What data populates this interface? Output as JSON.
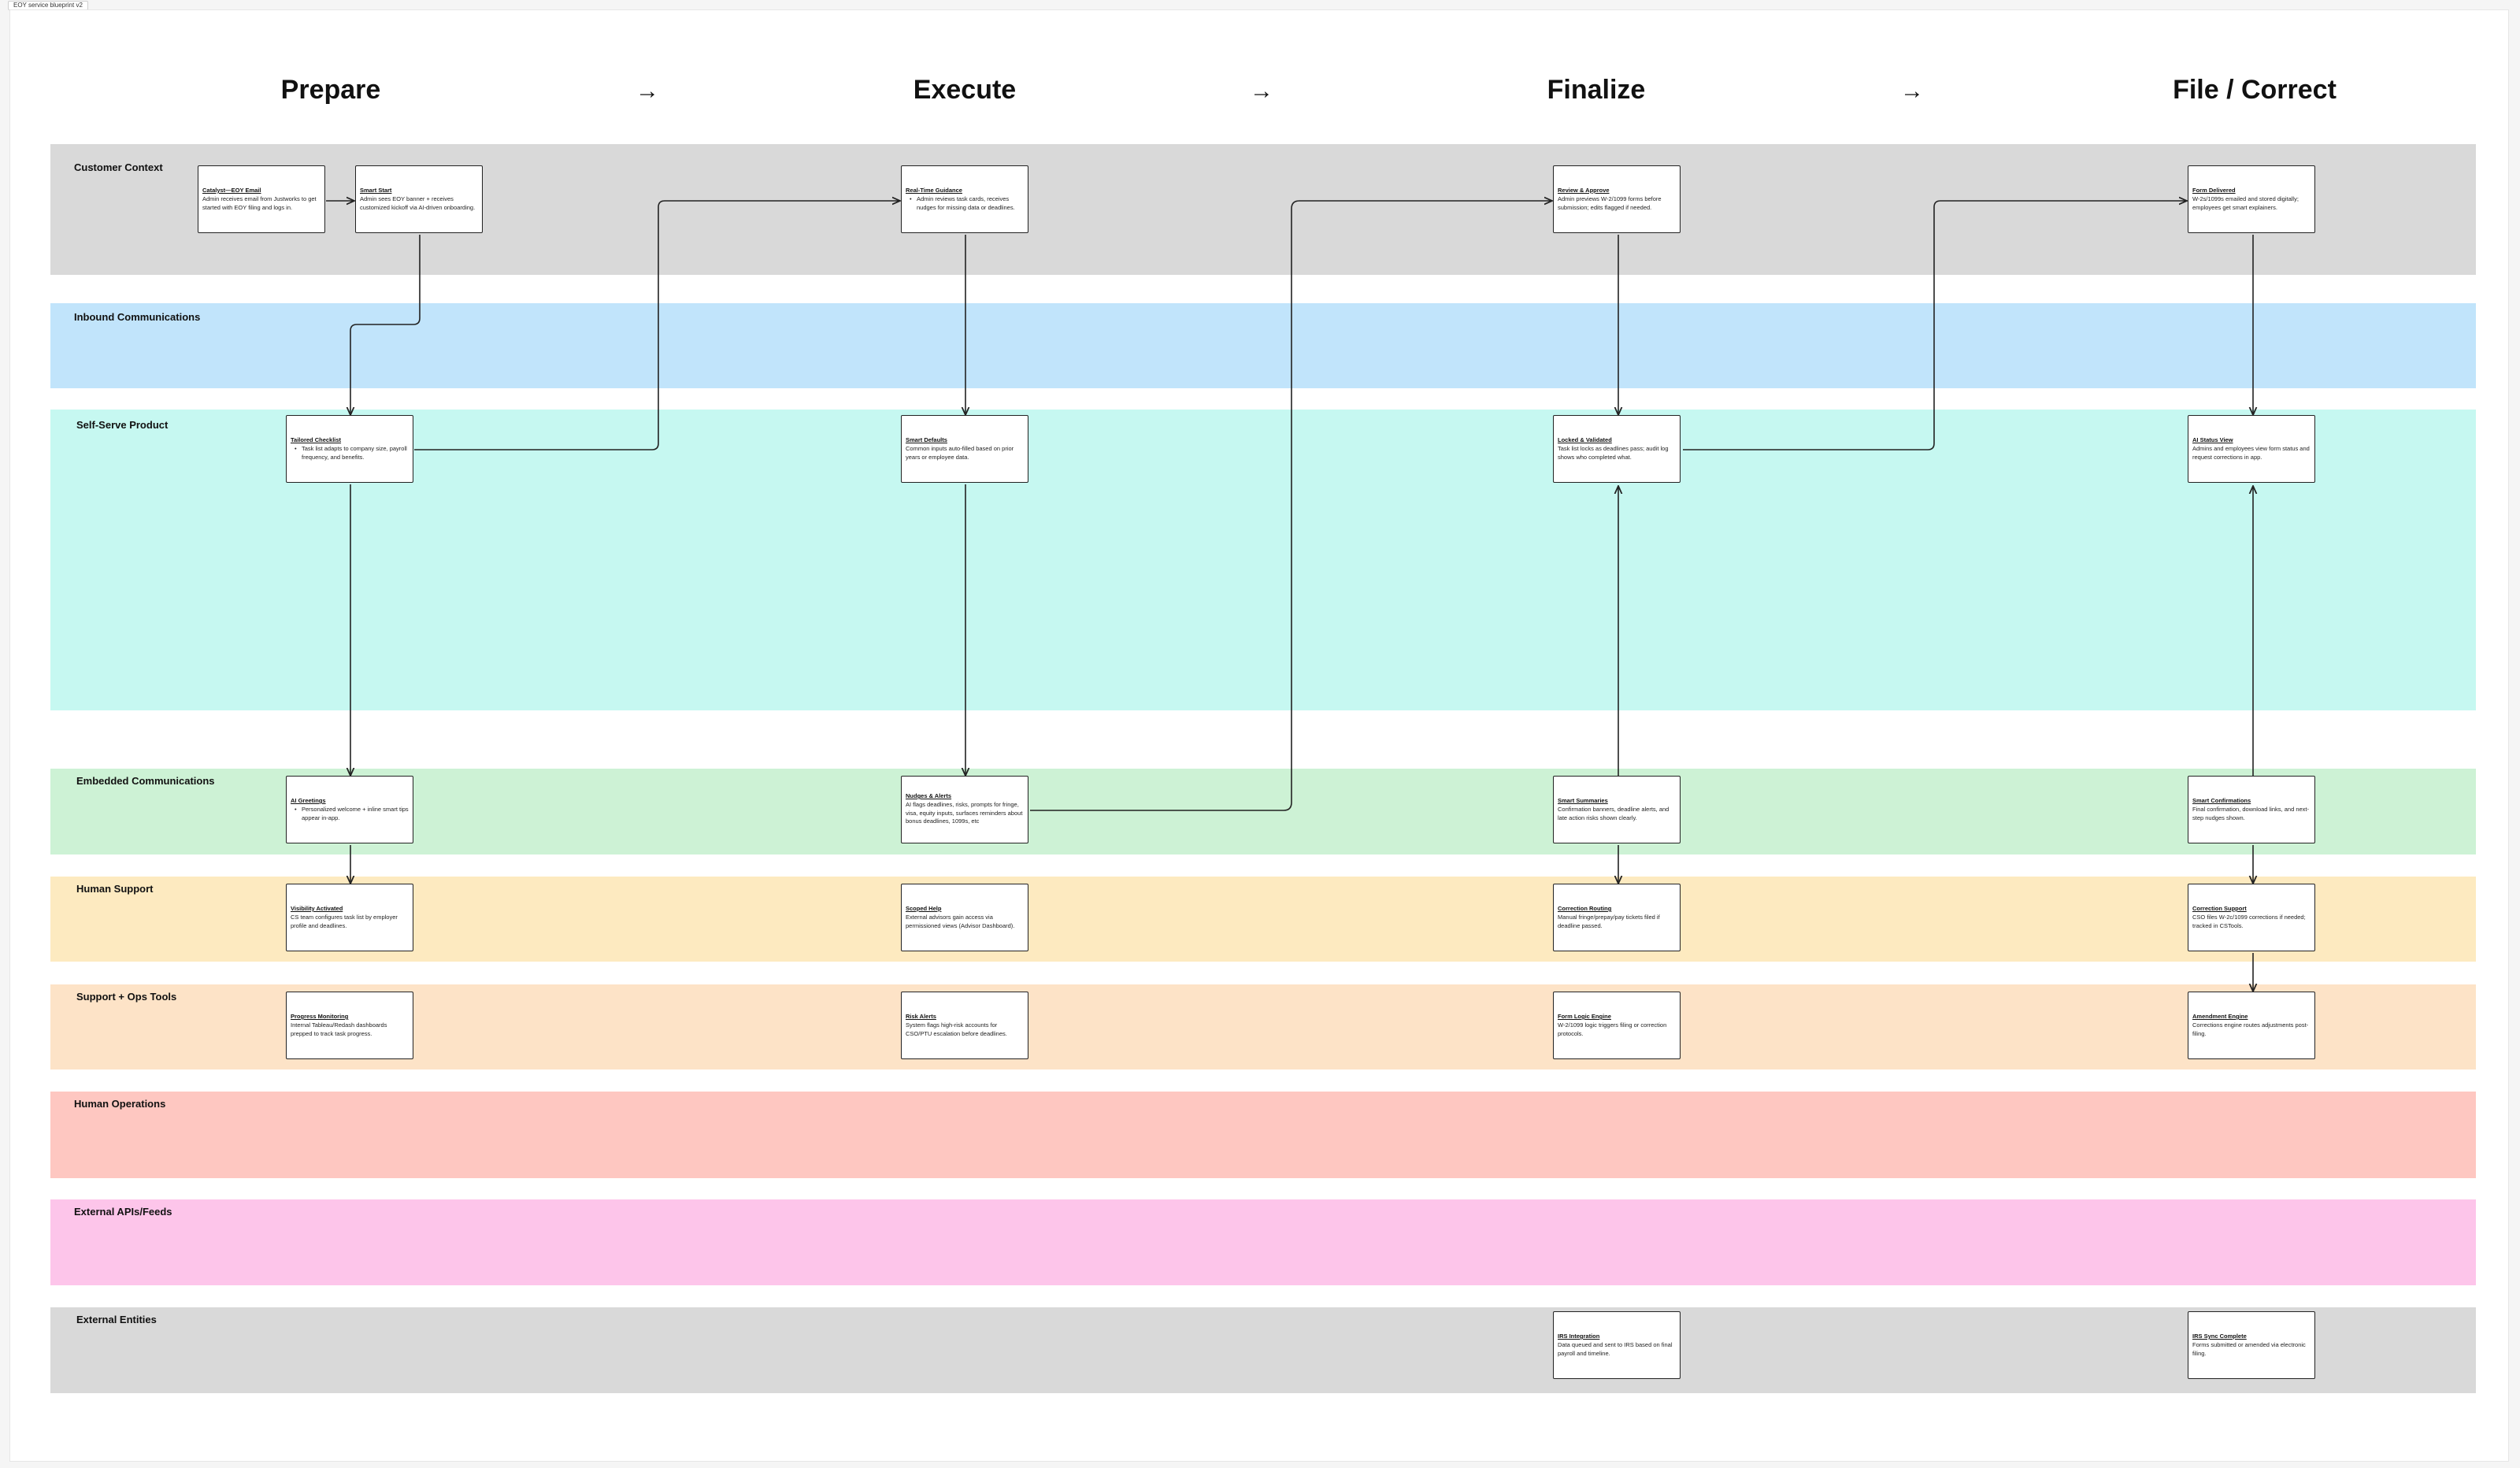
{
  "frame_label": "EOY service blueprint v2",
  "phases": [
    "Prepare",
    "Execute",
    "Finalize",
    "File / Correct"
  ],
  "phase_arrow": "→",
  "lanes": [
    {
      "name": "Customer Context",
      "color": "#d9d9d9"
    },
    {
      "name": "Inbound Communications",
      "color": "#c1e4fb"
    },
    {
      "name": "Self-Serve Product",
      "color": "#c6f8f1"
    },
    {
      "name": "Embedded Communications",
      "color": "#cdf2d5"
    },
    {
      "name": "Human Support",
      "color": "#fdeac0"
    },
    {
      "name": "Support + Ops Tools",
      "color": "#fde3c7"
    },
    {
      "name": "Human Operations",
      "color": "#fec7c1"
    },
    {
      "name": "External APIs/Feeds",
      "color": "#fdc5ea"
    },
    {
      "name": "External Entities",
      "color": "#d9d9d9"
    }
  ],
  "cards": {
    "catalyst": {
      "title": "Catalyst—EOY Email",
      "desc": "Admin receives email from Justworks to get started with EOY filing and logs in."
    },
    "smart_start": {
      "title": "Smart Start",
      "desc": "Admin sees EOY banner + receives customized kickoff via AI-driven onboarding."
    },
    "realtime_guidance": {
      "title": "Real-Time Guidance",
      "desc": "Admin reviews task cards, receives nudges for missing data or deadlines."
    },
    "review_approve": {
      "title": "Review & Approve",
      "desc": "Admin previews W-2/1099 forms before submission; edits flagged if needed."
    },
    "form_delivered": {
      "title": "Form Delivered",
      "desc": "W-2s/1099s emailed and stored digitally; employees get smart explainers."
    },
    "tailored_checklist": {
      "title": "Tailored Checklist",
      "desc": "Task list adapts to company size, payroll frequency, and benefits."
    },
    "smart_defaults": {
      "title": "Smart Defaults",
      "desc": "Common inputs auto-filled based on prior years or employee data."
    },
    "locked_validated": {
      "title": "Locked & Validated",
      "desc": "Task list locks as deadlines pass; audit log shows who completed what."
    },
    "ai_status_view": {
      "title": "AI Status View",
      "desc": "Admins and employees view form status and request corrections in app."
    },
    "ai_greetings": {
      "title": "AI Greetings",
      "desc": "Personalized welcome + inline smart tips appear in-app."
    },
    "nudges_alerts": {
      "title": "Nudges & Alerts",
      "desc": "AI flags deadlines, risks, prompts for fringe, visa, equity inputs, surfaces reminders about bonus deadlines, 1099s, etc"
    },
    "smart_summaries": {
      "title": "Smart Summaries",
      "desc": "Confirmation banners, deadline alerts, and late action risks shown clearly."
    },
    "smart_confirmations": {
      "title": "Smart Confirmations",
      "desc": "Final confirmation, download links, and next-step nudges shown."
    },
    "visibility_activated": {
      "title": "Visibility Activated",
      "desc": "CS team configures task list by employer profile and deadlines."
    },
    "scoped_help": {
      "title": "Scoped Help",
      "desc": "External advisors gain access via permissioned views (Advisor Dashboard)."
    },
    "correction_routing": {
      "title": "Correction Routing",
      "desc": "Manual fringe/prepay/pay tickets filed if deadline passed."
    },
    "correction_support": {
      "title": "Correction Support",
      "desc": "CSO files W-2c/1099 corrections if needed; tracked in CSTools."
    },
    "progress_monitoring": {
      "title": "Progress Monitoring",
      "desc": "Internal Tableau/Redash dashboards prepped to track task progress."
    },
    "risk_alerts": {
      "title": "Risk Alerts",
      "desc": "System flags high-risk accounts for CSO/PTU escalation before deadlines."
    },
    "form_logic_engine": {
      "title": "Form Logic Engine",
      "desc": "W-2/1099 logic triggers filing or correction protocols."
    },
    "amendment_engine": {
      "title": "Amendment Engine",
      "desc": "Corrections engine routes adjustments post-filing."
    },
    "irs_integration": {
      "title": "IRS Integration",
      "desc": "Data queued and sent to IRS based on final payroll and timeline."
    },
    "irs_sync_complete": {
      "title": "IRS Sync Complete",
      "desc": "Forms submitted or amended via electronic filing."
    }
  }
}
